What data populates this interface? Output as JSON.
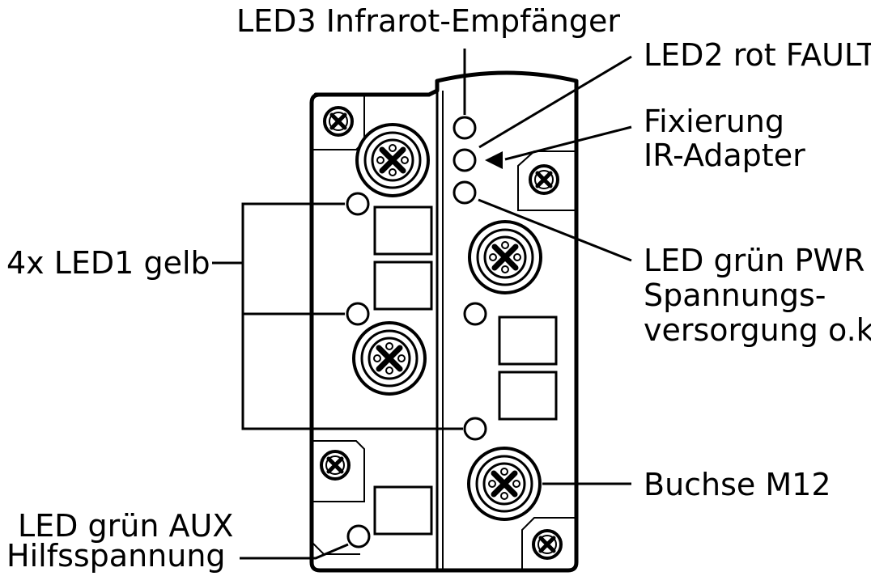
{
  "labels": {
    "led3": "LED3 Infrarot-Empfänger",
    "led2": "LED2 rot FAULT",
    "fix_line1": "Fixierung",
    "fix_line2": "IR-Adapter",
    "led1": "4x LED1 gelb",
    "pwr_line1": "LED grün PWR",
    "pwr_line2": "Spannungs-",
    "pwr_line3": "versorgung o.k",
    "buchse": "Buchse M12",
    "aux_line1": "LED grün AUX",
    "aux_line2": "Hilfsspannung"
  },
  "colors": {
    "ink": "#000000",
    "paper": "#ffffff"
  }
}
